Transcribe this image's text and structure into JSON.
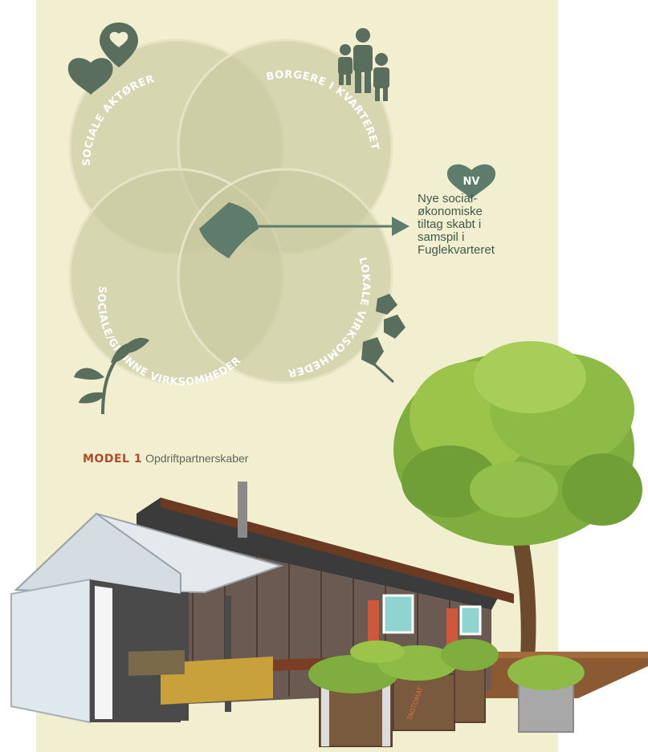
{
  "diagram": {
    "circles": [
      {
        "label": "SOCIALE AKTØRER"
      },
      {
        "label": "BORGERE I KVARTERET"
      },
      {
        "label": "SOCIALE/GRØNNE VIRKSOMHEDER"
      },
      {
        "label": "LOKALE VIRKSOMHEDER"
      }
    ],
    "badge": "NV",
    "outcome_text": "Nye social-\nøkonomiske\ntiltag skabt i\nsamspil i\nFuglekvarteret"
  },
  "caption": {
    "model": "MODEL 1",
    "title": "Opdriftpartnerskaber"
  },
  "illustration": {
    "planter_sign": "TAGTOMAT"
  },
  "colors": {
    "panel": "#f1efd0",
    "circle_fill": "#c8c8a0",
    "circle_stroke": "#e6e4c6",
    "center": "#5e7c6c",
    "icon": "#5a6e5e",
    "accent": "#b04a2a"
  }
}
